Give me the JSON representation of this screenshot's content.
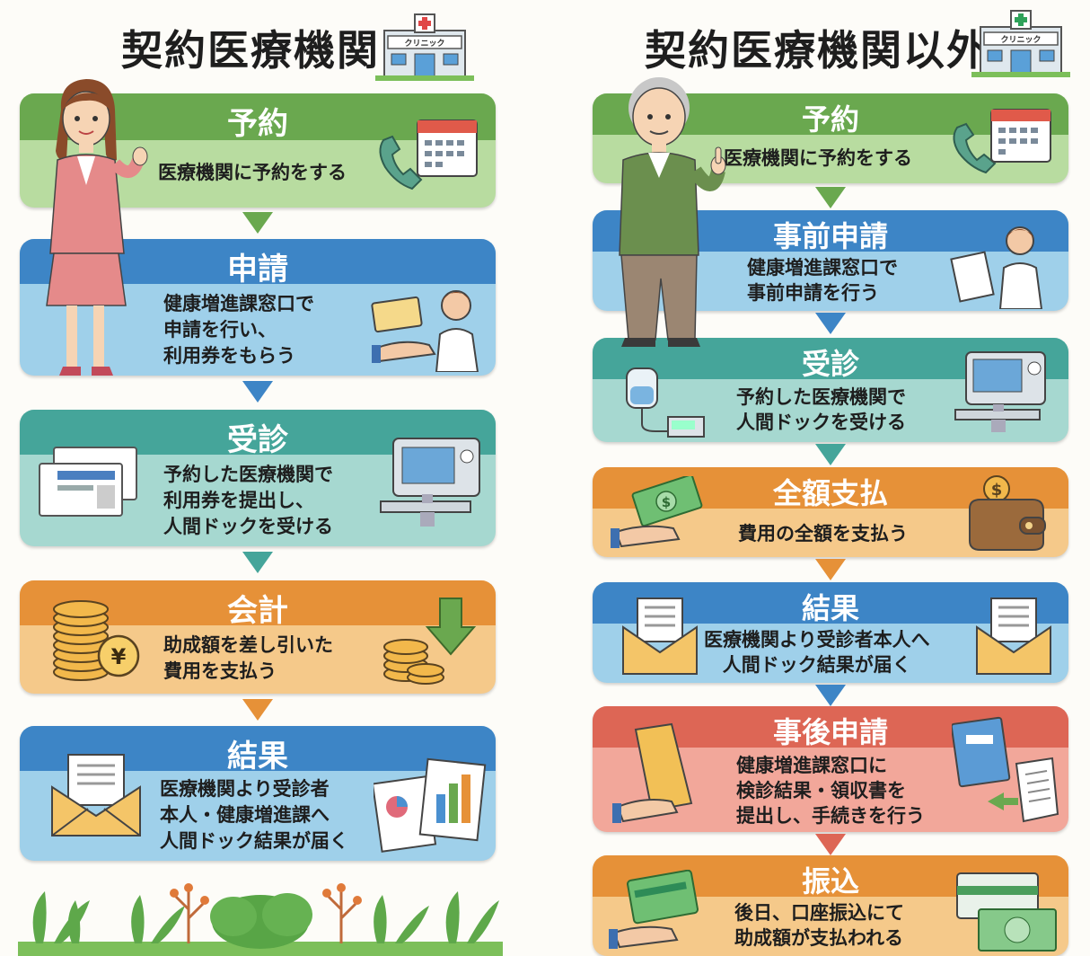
{
  "left": {
    "title": "契約医療機関",
    "clinic_sign": "クリニック",
    "steps": [
      {
        "title": "予約",
        "body": "医療機関に予約をする"
      },
      {
        "title": "申請",
        "body": "健康増進課窓口で\n申請を行い、\n利用券をもらう"
      },
      {
        "title": "受診",
        "body": "予約した医療機関で\n利用券を提出し、\n人間ドックを受ける"
      },
      {
        "title": "会計",
        "body": "助成額を差し引いた\n費用を支払う"
      },
      {
        "title": "結果",
        "body": "医療機関より受診者\n本人・健康増進課へ\n人間ドック結果が届く"
      }
    ]
  },
  "right": {
    "title": "契約医療機関以外",
    "clinic_sign": "クリニック",
    "steps": [
      {
        "title": "予約",
        "body": "医療機関に予約をする"
      },
      {
        "title": "事前申請",
        "body": "健康増進課窓口で\n事前申請を行う"
      },
      {
        "title": "受診",
        "body": "予約した医療機関で\n人間ドックを受ける"
      },
      {
        "title": "全額支払",
        "body": "費用の全額を支払う"
      },
      {
        "title": "結果",
        "body": "医療機関より受診者本人へ\n人間ドック結果が届く"
      },
      {
        "title": "事後申請",
        "body": "健康増進課窓口に\n検診結果・領収書を\n提出し、手続きを行う"
      },
      {
        "title": "振込",
        "body": "後日、口座振込にて\n助成額が支払われる"
      }
    ]
  },
  "icons": {
    "yen": "¥",
    "dollar": "$"
  },
  "colors": {
    "green": "#6aa84f",
    "blue": "#3d85c6",
    "teal": "#45a59a",
    "orange": "#e69138",
    "red": "#dd6655"
  }
}
